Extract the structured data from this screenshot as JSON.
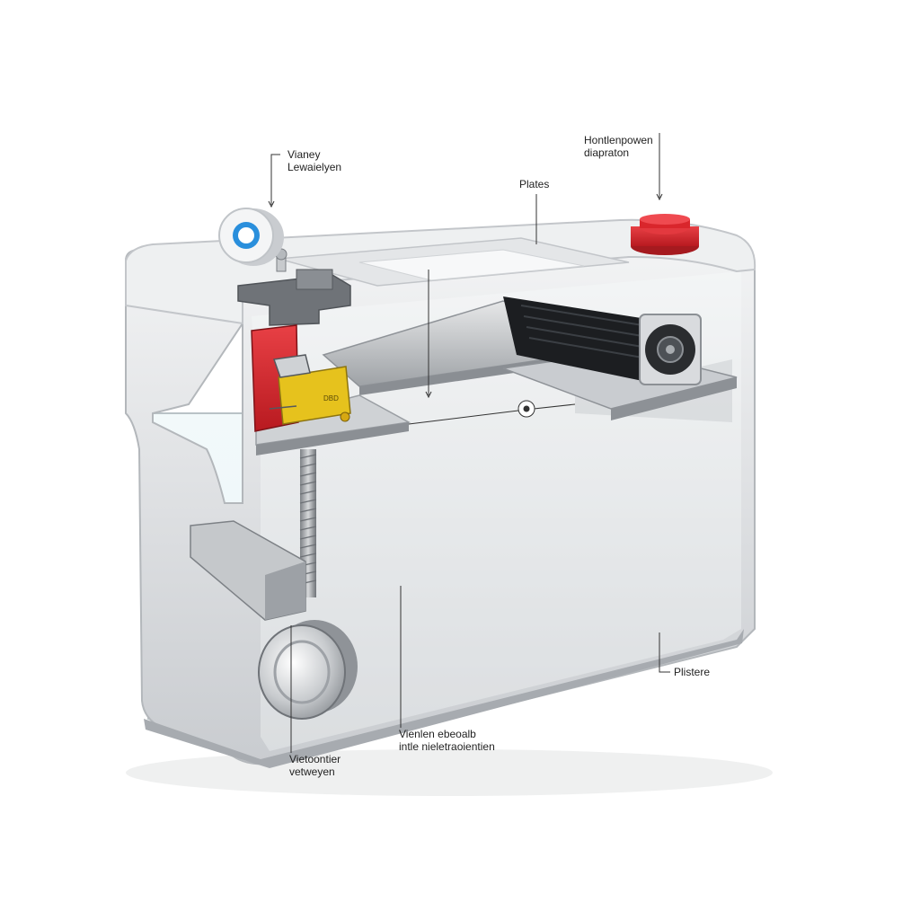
{
  "labels": {
    "valve": {
      "line1": "Vianey",
      "line2": "Lewaielyen"
    },
    "plates_top": {
      "text": "Plates"
    },
    "terminal": {
      "line1": "Hontlenpowen",
      "line2": "diapraton"
    },
    "plates_right": {
      "text": "Plistere"
    },
    "separator": {
      "line1": "Vienlen ebeoalb",
      "line2": "intle nieletraoientien"
    },
    "container": {
      "line1": "Vietoontier",
      "line2": "vetweyen"
    }
  },
  "component_text": {
    "cell_label": "DBD"
  },
  "colors": {
    "casing": "#dcdee1",
    "casing_dark": "#a9adb2",
    "electrolyte_top": "#a8cf8c",
    "electrolyte_bottom": "#2e8ea8",
    "terminal_cap": "#d9262c",
    "valve_ring": "#2a8fdc",
    "cell_red": "#c22a2a",
    "cell_yellow": "#e6c21d"
  }
}
